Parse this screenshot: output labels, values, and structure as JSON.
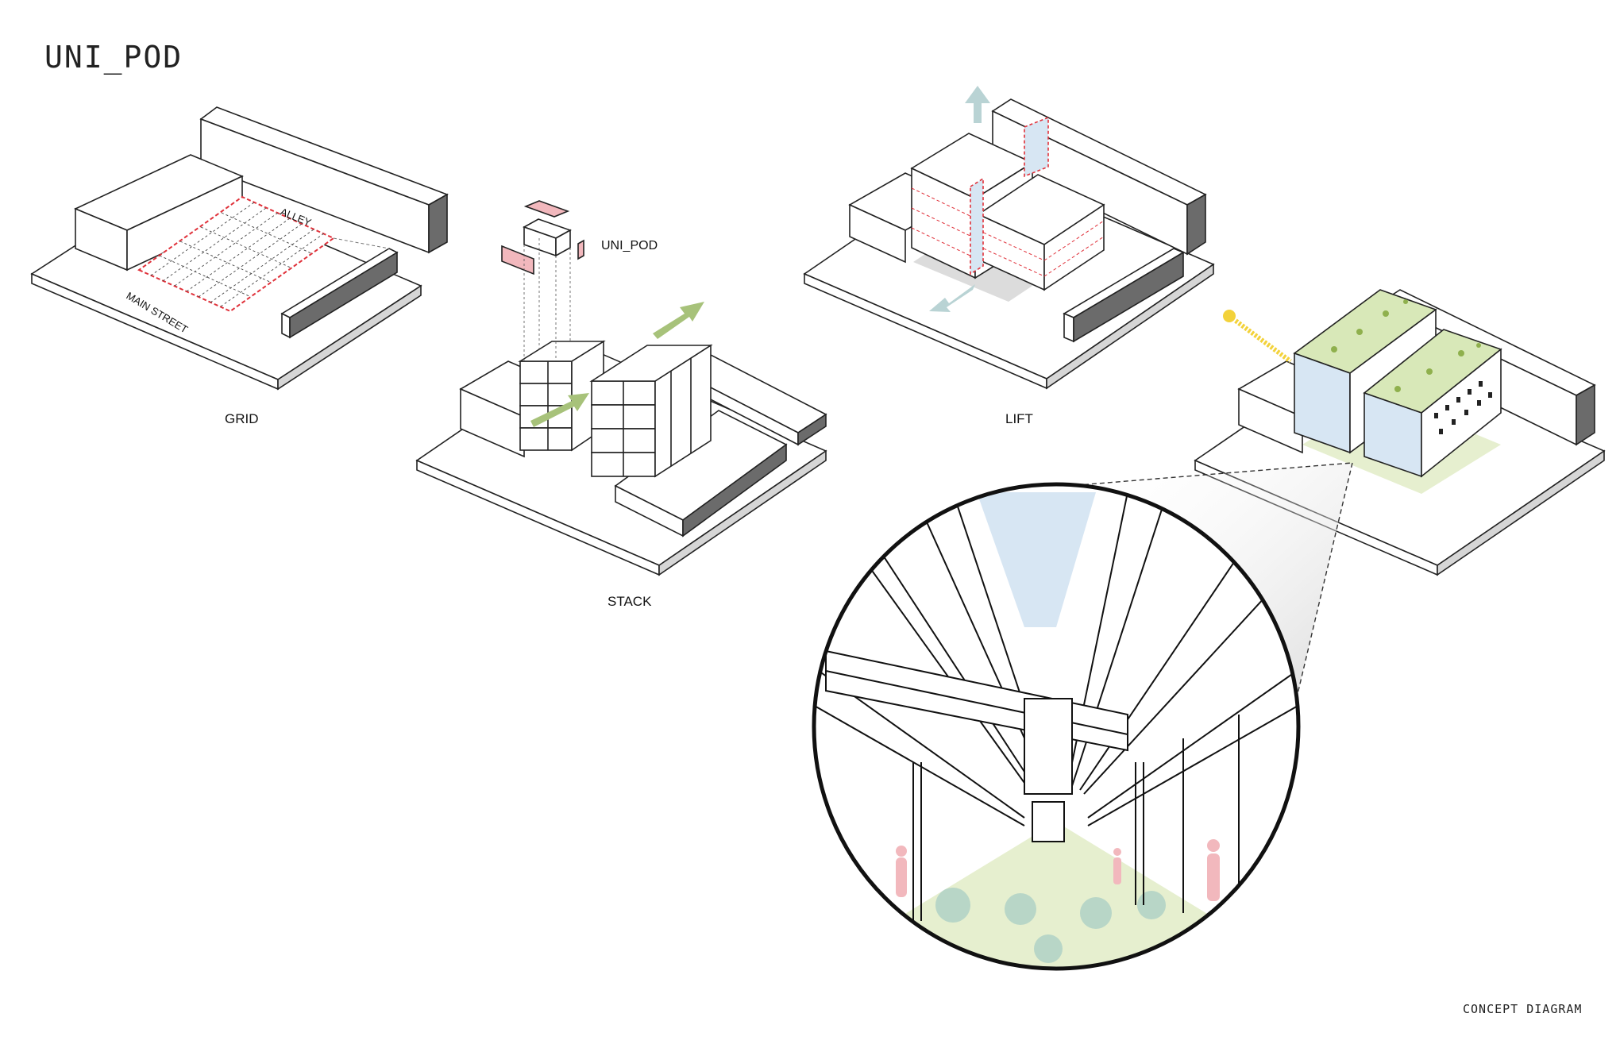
{
  "header": {
    "title": "UNI_POD"
  },
  "diagrams": {
    "grid": {
      "caption": "GRID",
      "label_alley": "ALLEY",
      "label_street": "MAIN STREET"
    },
    "stack": {
      "caption": "STACK",
      "label_module": "UNI_POD"
    },
    "lift": {
      "caption": "LIFT"
    }
  },
  "footer": {
    "caption": "CONCEPT DIAGRAM"
  },
  "colors": {
    "line": "#222222",
    "red": "#e0313a",
    "pink": "#f2b8bd",
    "green_arrow": "#a7c27a",
    "blue_arrow": "#b9d3d4",
    "glass": "#d7e6f3",
    "roof_green": "#d8e8b8",
    "ground_green": "#e6efcf",
    "sun": "#f3d23a"
  }
}
